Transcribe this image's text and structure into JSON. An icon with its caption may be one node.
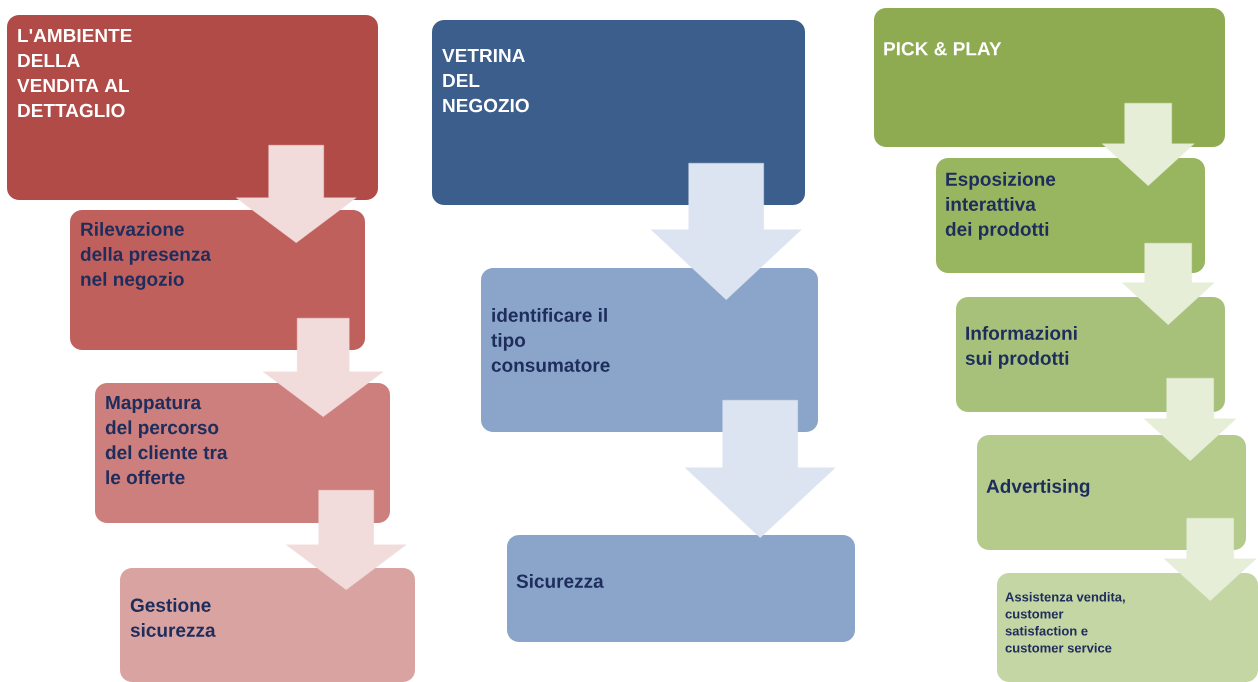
{
  "diagram": {
    "nodes": [
      {
        "text": [
          "L'AMBIENTE DELLA VENDITA AL DETTAGLIO"
        ]
      },
      {
        "text": [
          "Rilevazione della presenza nel negozio"
        ]
      },
      {
        "text": [
          "Mappatura del percorso del cliente tra le offerte"
        ]
      },
      {
        "text": [
          "Gestione sicurezza"
        ]
      },
      {
        "text": [
          "VETRINA DEL NEGOZIO"
        ]
      },
      {
        "text": [
          "identificare il tipo consumatore"
        ]
      },
      {
        "text": [
          "Sicurezza"
        ]
      },
      {
        "text": [
          "PICK & PLAY"
        ]
      },
      {
        "text": [
          "Esposizione interattiva dei prodotti"
        ]
      },
      {
        "text": [
          "Informazioni sui prodotti"
        ]
      },
      {
        "text": [
          "Advertising"
        ]
      },
      {
        "text": [
          "Assistenza vendita, customer satisfaction e customer service"
        ]
      }
    ],
    "edges": [
      {
        "from": 0,
        "to": 1,
        "arrow": "to"
      },
      {
        "from": 1,
        "to": 2,
        "arrow": "to"
      },
      {
        "from": 2,
        "to": 3,
        "arrow": "to"
      },
      {
        "from": 4,
        "to": 5,
        "arrow": "to"
      },
      {
        "from": 5,
        "to": 6,
        "arrow": "to"
      },
      {
        "from": 7,
        "to": 8,
        "arrow": "to"
      },
      {
        "from": 8,
        "to": 9,
        "arrow": "to"
      },
      {
        "from": 9,
        "to": 10,
        "arrow": "to"
      },
      {
        "from": 10,
        "to": 11,
        "arrow": "to"
      }
    ]
  }
}
